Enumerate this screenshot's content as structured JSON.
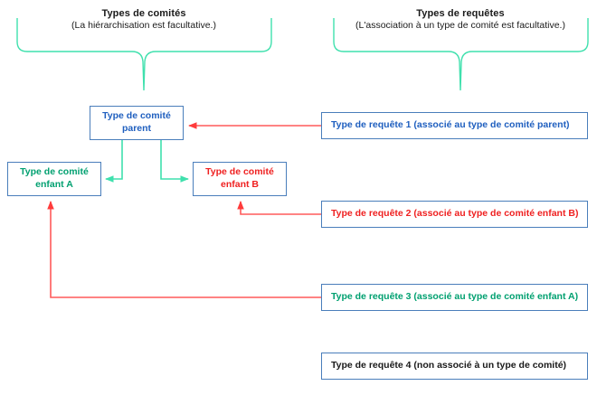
{
  "diagram": {
    "title_committees": "Types de comités",
    "subtitle_committees": "(La hiérarchisation est facultative.)",
    "title_requests": "Types de requêtes",
    "subtitle_requests": "(L'association à un type de comité est facultative.)",
    "colors": {
      "box_border": "#4a7ebb",
      "hierarchy_arrow": "#3fe0ad",
      "association_arrow": "#ff5a5a",
      "brace": "#3fe0ad",
      "blue_text": "#1f5fbf",
      "green_text": "#00a070",
      "red_text": "#ef2020",
      "black_text": "#1a1a1a"
    }
  },
  "committee_types": [
    {
      "id": "parent",
      "label_line1": "Type de comité",
      "label_line2": "parent",
      "color_class": "c-blue"
    },
    {
      "id": "child_a",
      "label_line1": "Type de comité",
      "label_line2": "enfant A",
      "color_class": "c-green"
    },
    {
      "id": "child_b",
      "label_line1": "Type de comité",
      "label_line2": "enfant B",
      "color_class": "c-red"
    }
  ],
  "request_types": [
    {
      "id": "request_1",
      "label": "Type de requête 1 (associé au type de comité parent)",
      "color_class": "c-blue"
    },
    {
      "id": "request_2",
      "label": "Type de requête 2 (associé au type de comité enfant B)",
      "color_class": "c-red"
    },
    {
      "id": "request_3",
      "label": "Type de requête 3 (associé au type de comité enfant A)",
      "color_class": "c-green"
    },
    {
      "id": "request_4",
      "label": "Type de requête 4 (non associé à un type de comité)",
      "color_class": "c-black"
    }
  ],
  "connections": {
    "hierarchy": [
      {
        "from": "parent",
        "to": "child_a"
      },
      {
        "from": "parent",
        "to": "child_b"
      }
    ],
    "associations": [
      {
        "from": "request_1",
        "to": "parent"
      },
      {
        "from": "request_2",
        "to": "child_b"
      },
      {
        "from": "request_3",
        "to": "child_a"
      }
    ]
  }
}
